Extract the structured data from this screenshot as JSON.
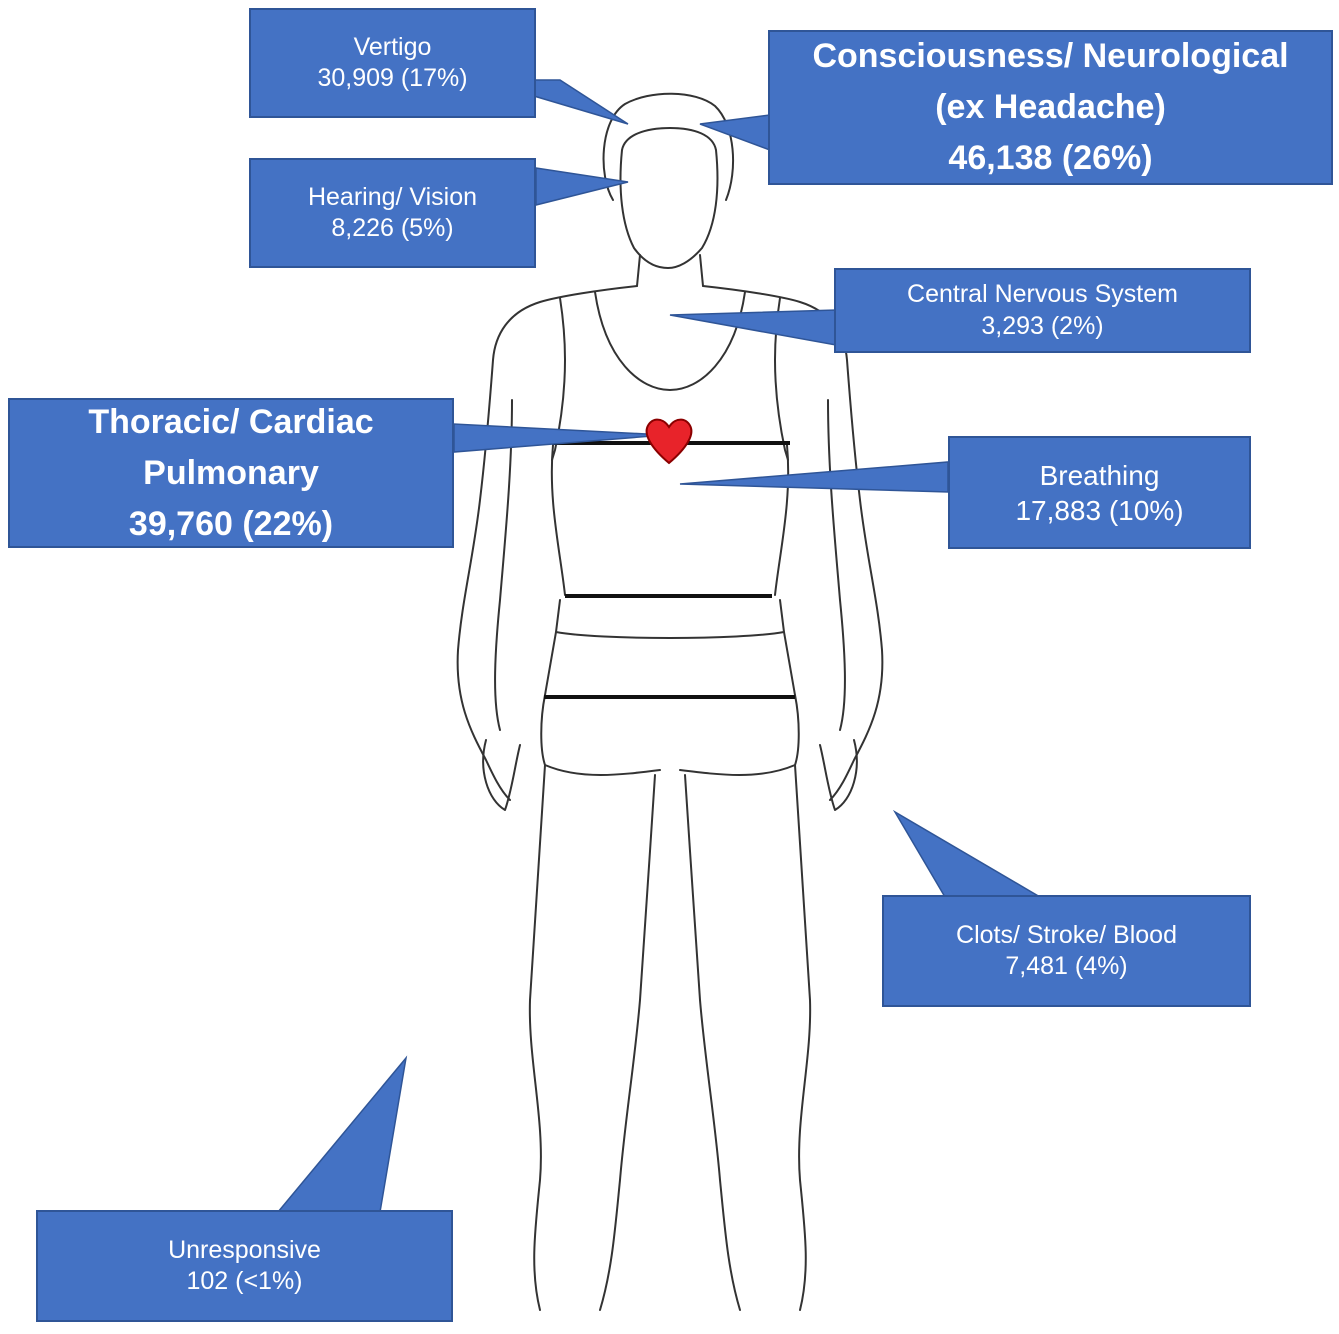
{
  "accent_color": "#4472C4",
  "heart_color": "#E8232A",
  "callouts": [
    {
      "id": "vertigo",
      "label": "Vertigo",
      "value": "30,909 (17%)",
      "count": 30909,
      "percent": 17
    },
    {
      "id": "consciousness",
      "label_line1": "Consciousness/ Neurological",
      "label_line2": "(ex Headache)",
      "value": "46,138 (26%)",
      "count": 46138,
      "percent": 26
    },
    {
      "id": "hearing",
      "label": "Hearing/ Vision",
      "value": "8,226 (5%)",
      "count": 8226,
      "percent": 5
    },
    {
      "id": "cns",
      "label": "Central Nervous System",
      "value": "3,293 (2%)",
      "count": 3293,
      "percent": 2
    },
    {
      "id": "thoracic",
      "label_line1": "Thoracic/ Cardiac",
      "label_line2": "Pulmonary",
      "value": "39,760 (22%)",
      "count": 39760,
      "percent": 22
    },
    {
      "id": "breathing",
      "label": "Breathing",
      "value": "17,883 (10%)",
      "count": 17883,
      "percent": 10
    },
    {
      "id": "clots",
      "label": "Clots/ Stroke/ Blood",
      "value": "7,481 (4%)",
      "count": 7481,
      "percent": 4
    },
    {
      "id": "unresponsive",
      "label": "Unresponsive",
      "value": "102 (<1%)",
      "count": 102,
      "percent": "<1"
    }
  ]
}
